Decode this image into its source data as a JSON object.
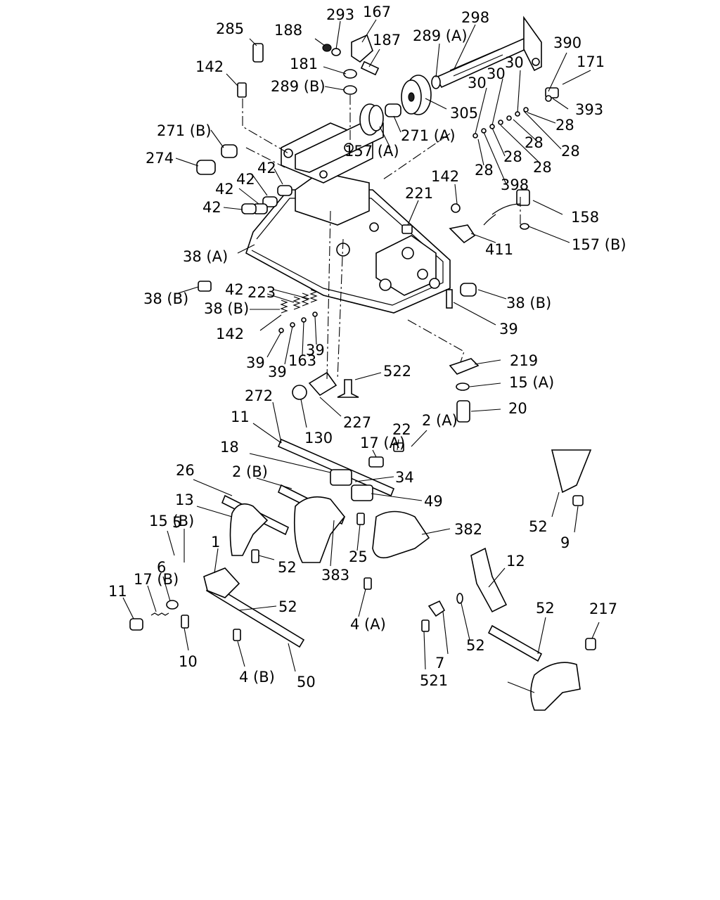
{
  "labels": [
    "285",
    "142",
    "188",
    "293",
    "167",
    "187",
    "298",
    "289 (A)",
    "390",
    "171",
    "181",
    "289 (B)",
    "30",
    "30",
    "30",
    "393",
    "305",
    "28",
    "271 (A)",
    "271 (B)",
    "157 (A)",
    "28",
    "28",
    "274",
    "28",
    "28",
    "28",
    "42",
    "42",
    "142",
    "42",
    "221",
    "398",
    "42",
    "158",
    "411",
    "157 (B)",
    "38 (A)",
    "223",
    "38 (B)",
    "42",
    "38 (B)",
    "38 (B)",
    "142",
    "39",
    "39",
    "39",
    "39",
    "163",
    "522",
    "219",
    "15 (A)",
    "272",
    "130",
    "227",
    "20",
    "11",
    "22",
    "2 (A)",
    "18",
    "17 (A)",
    "34",
    "26",
    "2 (B)",
    "49",
    "13",
    "15 (B)",
    "5",
    "1",
    "382",
    "52",
    "52",
    "25",
    "383",
    "9",
    "6",
    "12",
    "11",
    "17 (B)",
    "52",
    "4 (A)",
    "52",
    "217",
    "10",
    "521",
    "7",
    "52",
    "4 (B)",
    "50"
  ]
}
